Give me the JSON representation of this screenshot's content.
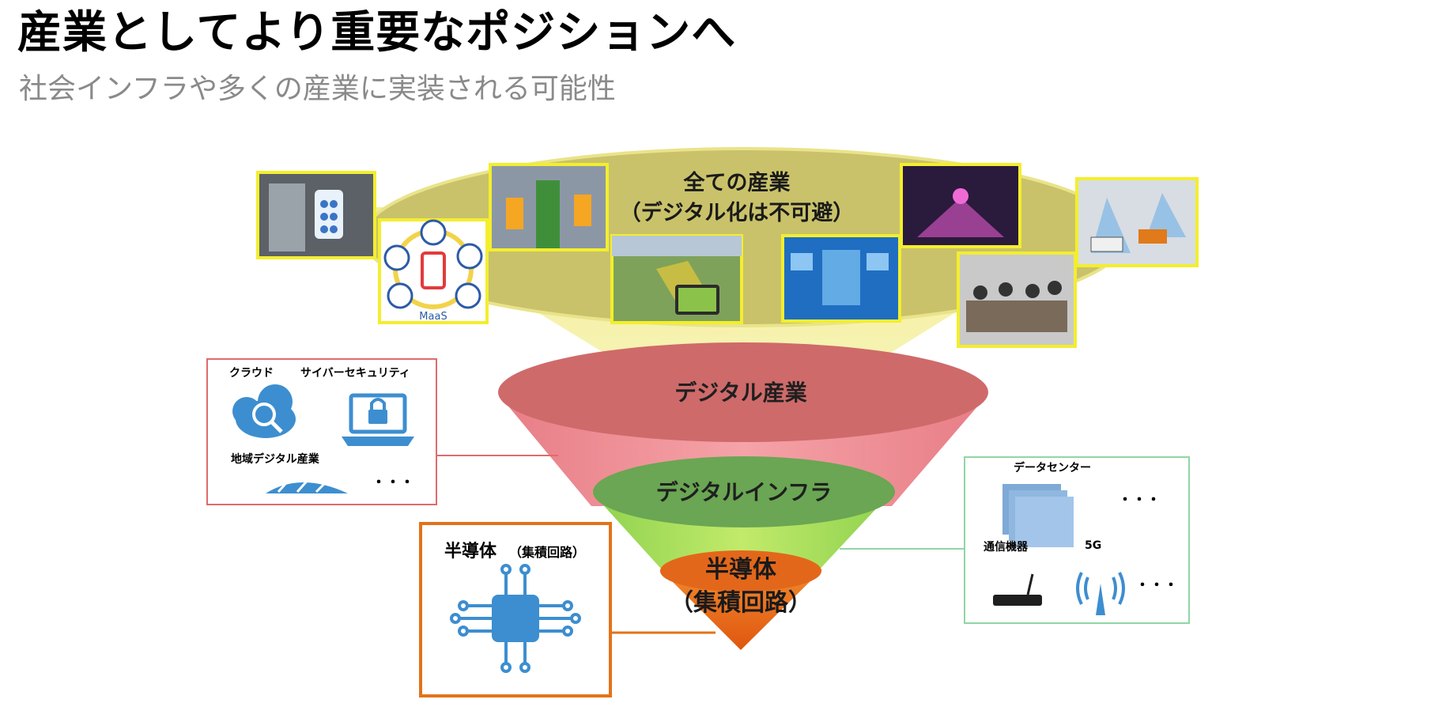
{
  "header": {
    "title": "産業としてより重要なポジションへ",
    "subtitle": "社会インフラや多くの産業に実装される可能性"
  },
  "funnel": {
    "top_line1": "全ての産業",
    "top_line2": "（デジタル化は不可避）",
    "digital_industry": "デジタル産業",
    "digital_infra": "デジタルインフラ",
    "semi_line1": "半導体",
    "semi_line2": "（集積回路）"
  },
  "photos": {
    "maas_label": "MaaS"
  },
  "left_box": {
    "cloud": "クラウド",
    "security": "サイバーセキュリティ",
    "regional": "地域デジタル産業",
    "ellipsis": "・・・"
  },
  "right_box": {
    "datacenter": "データセンター",
    "ellipsis1": "・・・",
    "comm": "通信機器",
    "fiveg": "5G",
    "ellipsis2": "・・・"
  },
  "semi_box": {
    "title": "半導体",
    "sub": "（集積回路）"
  },
  "colors": {
    "yellow": "#f2ed8c",
    "top_ellipse": "#c9c26a",
    "red_ellipse": "#cf6a6a",
    "green_ellipse": "#6aa653",
    "orange": "#e3671a",
    "photo_border": "#f3ee2e",
    "left_box": "#e06b6b",
    "right_box": "#8fd6a4",
    "semi_box": "#e3731a",
    "icon_blue": "#3d8ed0"
  }
}
